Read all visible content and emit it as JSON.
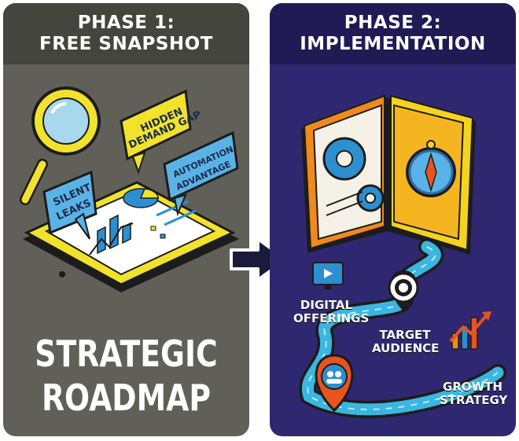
{
  "phase1": {
    "title_line1": "PHASE 1:",
    "title_line2": "FREE SNAPSHOT",
    "bubbles": {
      "hidden_line1": "HIDDEN",
      "hidden_line2": "DEMAND GAP",
      "silent_line1": "SILENT",
      "silent_line2": "LEAKS",
      "automation_line1": "AUTOMATION",
      "automation_line2": "ADVANTAGE"
    },
    "roadmap_line1": "STRATEGIC",
    "roadmap_line2": "ROADMAP"
  },
  "phase2": {
    "title_line1": "PHASE 2:",
    "title_line2": "IMPLEMENTATION",
    "labels": {
      "digital_line1": "DIGITAL",
      "digital_line2": "OFFERINGS",
      "target_line1": "TARGET",
      "target_line2": "AUDIENCE",
      "growth_line1": "GROWTH",
      "growth_line2": "STRATEGY"
    }
  },
  "colors": {
    "phase1_bg": "#606058",
    "phase2_bg": "#2f2870",
    "yellow": "#f5e02a",
    "blue": "#3aa6d8",
    "orange": "#f08a1c",
    "red_orange": "#e8531f"
  }
}
